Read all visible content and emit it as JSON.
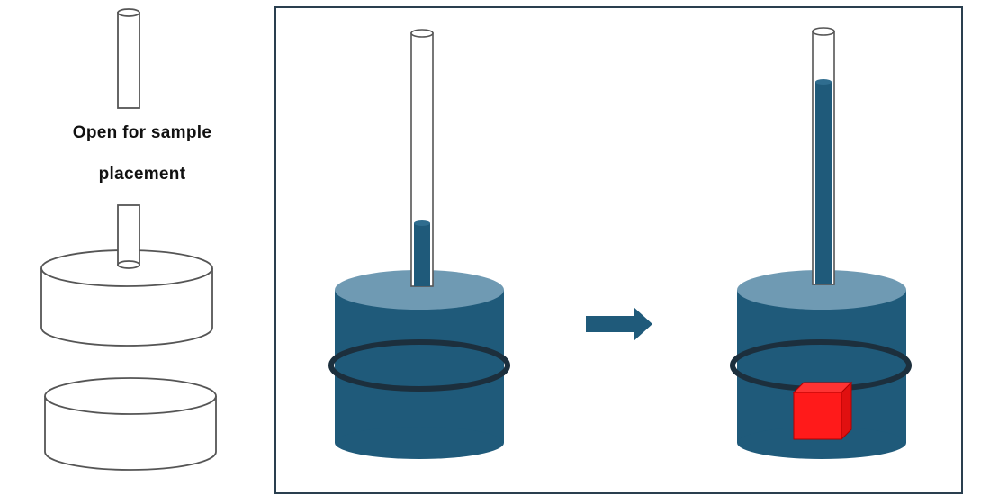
{
  "left_panel": {
    "label_line1": "Open for sample",
    "label_line2": "placement"
  },
  "right_panel": {
    "before": {
      "liquid_level_fraction": 0.25
    },
    "after": {
      "liquid_level_fraction": 0.8,
      "has_sample_cube": true
    },
    "arrow_direction": "right"
  },
  "colors": {
    "cylinder_body": "#1f5a7a",
    "cylinder_top": "#6f9ab3",
    "liquid": "#1f5a7a",
    "ring": "#1c2f3d",
    "sample_cube": "#ff1a1a",
    "panel_border": "#2a3f4f",
    "outline": "#555555"
  }
}
